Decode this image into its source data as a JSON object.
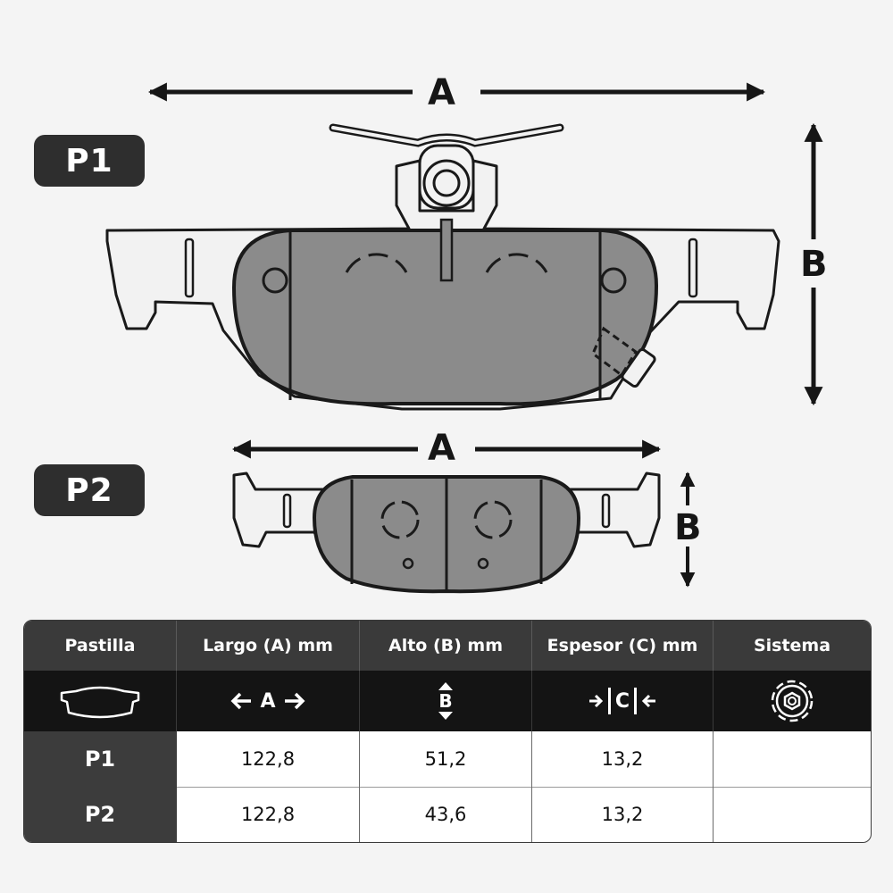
{
  "diagram": {
    "pads": [
      {
        "id": "P1",
        "dim_a": "A",
        "dim_b": "B"
      },
      {
        "id": "P2",
        "dim_a": "A",
        "dim_b": "B"
      }
    ]
  },
  "table": {
    "headers": [
      "Pastilla",
      "Largo (A) mm",
      "Alto (B) mm",
      "Espesor (C) mm",
      "Sistema"
    ],
    "icons": {
      "pad": "brake-pad-outline-icon",
      "length": "A",
      "height": "B",
      "thickness": "C",
      "system": "gear-system-icon"
    },
    "rows": [
      {
        "pastilla": "P1",
        "largo": "122,8",
        "alto": "51,2",
        "espesor": "13,2",
        "sistema": ""
      },
      {
        "pastilla": "P2",
        "largo": "122,8",
        "alto": "43,6",
        "espesor": "13,2",
        "sistema": ""
      }
    ]
  },
  "colors": {
    "badge": "#2e2e2e",
    "friction": "#8a8a8a",
    "backplate": "#f2f2f2",
    "header": "#3a3a3a",
    "icon_row": "#141414"
  }
}
